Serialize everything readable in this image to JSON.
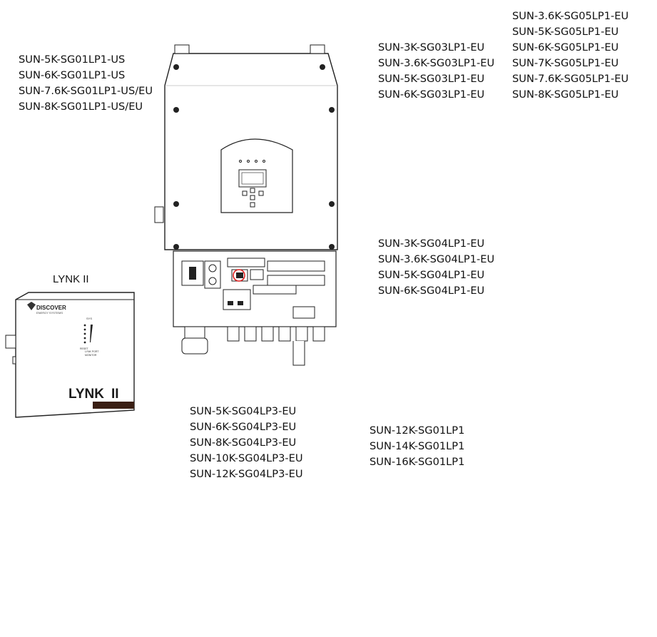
{
  "groups": {
    "us_models": [
      "SUN-5K-SG01LP1-US",
      "SUN-6K-SG01LP1-US",
      "SUN-7.6K-SG01LP1-US/EU",
      "SUN-8K-SG01LP1-US/EU"
    ],
    "sg03_models": [
      "SUN-3K-SG03LP1-EU",
      "SUN-3.6K-SG03LP1-EU",
      "SUN-5K-SG03LP1-EU",
      "SUN-6K-SG03LP1-EU"
    ],
    "sg05_models": [
      "SUN-3.6K-SG05LP1-EU",
      "SUN-5K-SG05LP1-EU",
      "SUN-6K-SG05LP1-EU",
      "SUN-7K-SG05LP1-EU",
      "SUN-7.6K-SG05LP1-EU",
      "SUN-8K-SG05LP1-EU"
    ],
    "sg04_models": [
      "SUN-3K-SG04LP1-EU",
      "SUN-3.6K-SG04LP1-EU",
      "SUN-5K-SG04LP1-EU",
      "SUN-6K-SG04LP1-EU"
    ],
    "lp3_models": [
      "SUN-5K-SG04LP3-EU",
      "SUN-6K-SG04LP3-EU",
      "SUN-8K-SG04LP3-EU",
      "SUN-10K-SG04LP3-EU",
      "SUN-12K-SG04LP3-EU"
    ],
    "k12_models": [
      "SUN-12K-SG01LP1",
      "SUN-14K-SG01LP1",
      "SUN-16K-SG01LP1"
    ]
  },
  "lynk": {
    "title": "LYNK II",
    "brand": "DISCOVER",
    "brand_sub": "ENERGY SYSTEMS",
    "wordmark": "LYNK",
    "wordmark_suffix": "II",
    "status_label": "SYS",
    "led_labels": [
      "RESET",
      "LYNK PORT",
      "MONITOR"
    ]
  },
  "highlight_color": "#e02020"
}
